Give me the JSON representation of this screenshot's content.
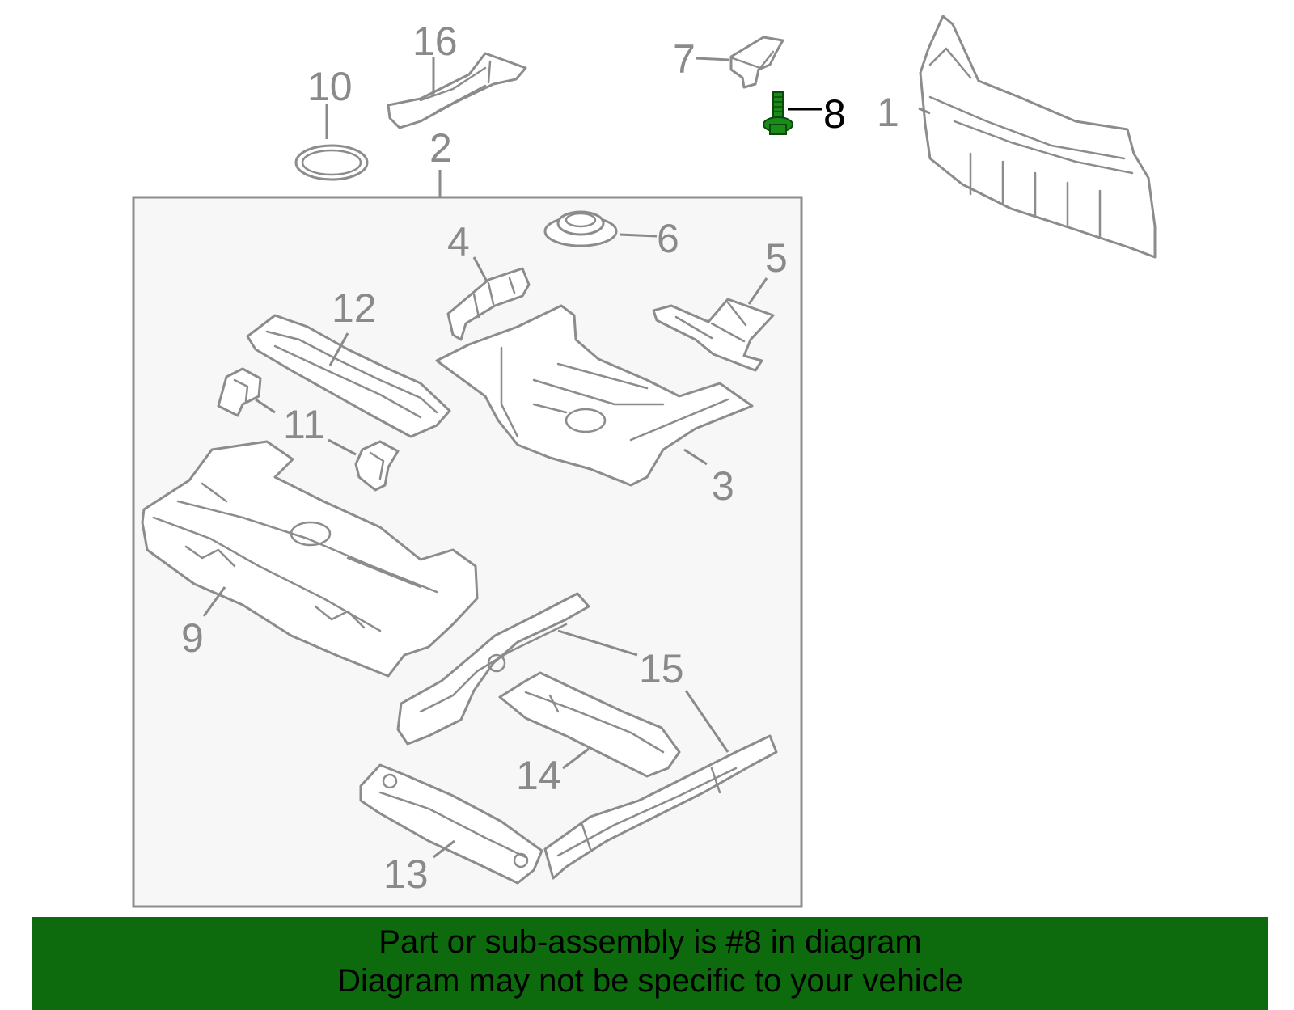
{
  "diagram": {
    "callouts": [
      "1",
      "2",
      "3",
      "4",
      "5",
      "6",
      "7",
      "8",
      "9",
      "10",
      "11",
      "12",
      "13",
      "14",
      "15",
      "16"
    ],
    "highlighted_callout": "8",
    "colors": {
      "part_stroke": "#8c8c8c",
      "label": "#8a8a8a",
      "highlight_label": "#000000",
      "highlight_part": "#1a8a1a",
      "group_box_fill": "#f7f7f7",
      "banner": "#0d6b0d"
    }
  },
  "banner": {
    "line1": "Part or sub-assembly is #8 in diagram",
    "line2": "Diagram may not be specific to your vehicle"
  }
}
